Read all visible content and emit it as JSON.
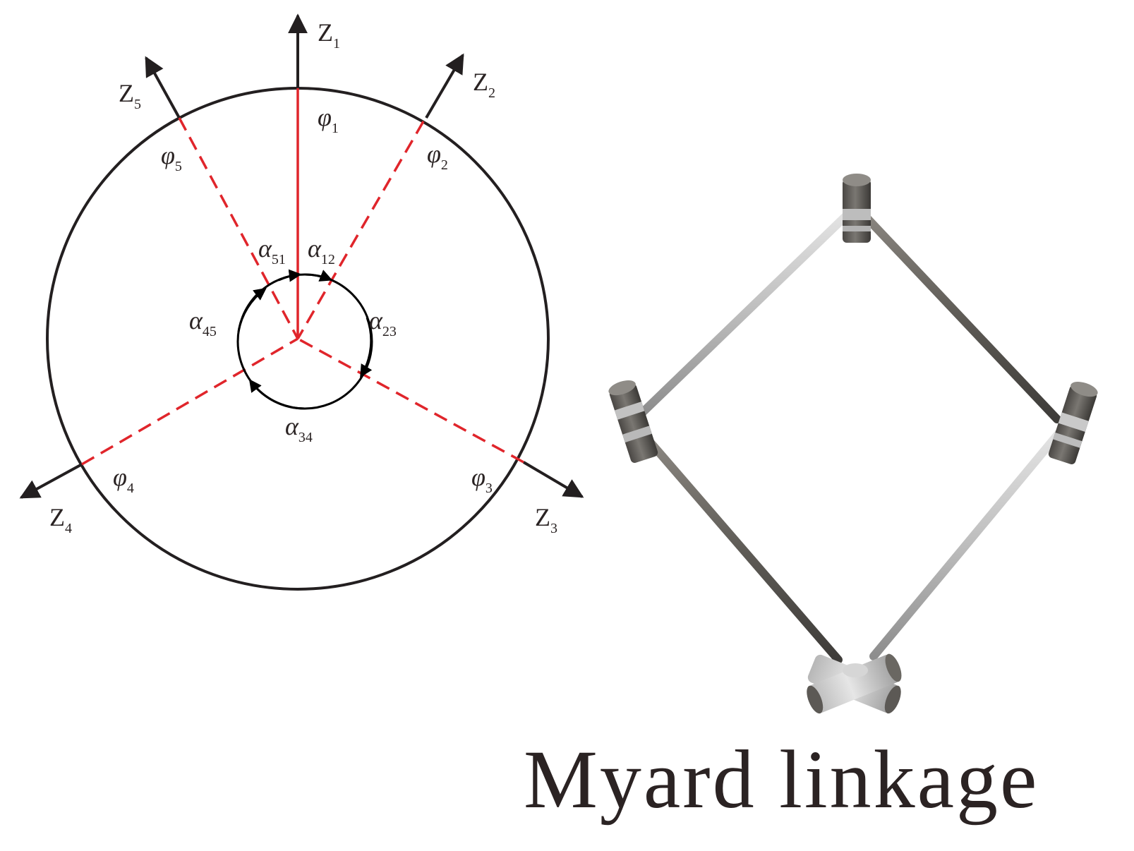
{
  "diagram": {
    "axes": [
      {
        "id": "z1",
        "name": "Z",
        "sub": "1"
      },
      {
        "id": "z2",
        "name": "Z",
        "sub": "2"
      },
      {
        "id": "z3",
        "name": "Z",
        "sub": "3"
      },
      {
        "id": "z4",
        "name": "Z",
        "sub": "4"
      },
      {
        "id": "z5",
        "name": "Z",
        "sub": "5"
      }
    ],
    "phis": [
      {
        "id": "phi1",
        "name": "φ",
        "sub": "1"
      },
      {
        "id": "phi2",
        "name": "φ",
        "sub": "2"
      },
      {
        "id": "phi3",
        "name": "φ",
        "sub": "3"
      },
      {
        "id": "phi4",
        "name": "φ",
        "sub": "4"
      },
      {
        "id": "phi5",
        "name": "φ",
        "sub": "5"
      }
    ],
    "angles": [
      {
        "id": "a12",
        "name": "α",
        "sub": "12"
      },
      {
        "id": "a23",
        "name": "α",
        "sub": "23"
      },
      {
        "id": "a34",
        "name": "α",
        "sub": "34"
      },
      {
        "id": "a45",
        "name": "α",
        "sub": "45"
      },
      {
        "id": "a51",
        "name": "α",
        "sub": "51"
      }
    ],
    "colors": {
      "line": "#231f20",
      "hinge": "#e0252b"
    }
  },
  "caption": "Myard linkage"
}
